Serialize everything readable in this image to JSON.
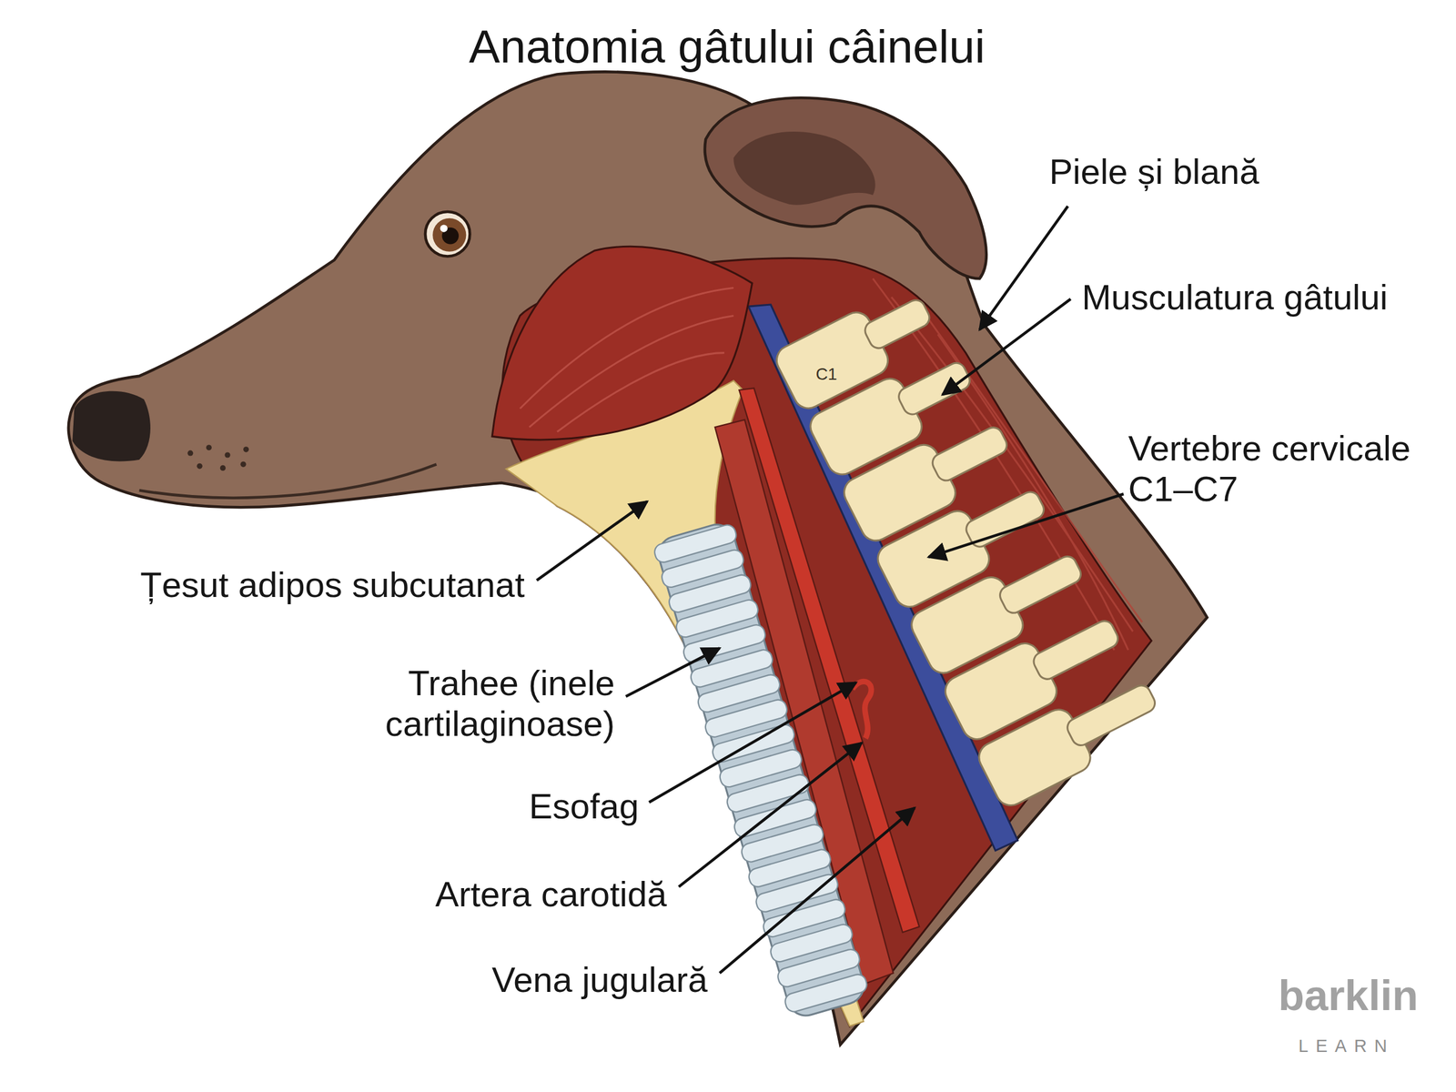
{
  "diagram": {
    "title": "Anatomia gâtului câinelui",
    "labels": [
      "Piele și blană",
      "Musculatura gâtului",
      "C1",
      "Vertebre cervicale C1–C7",
      "Țesut adipos subcutanat",
      "Trahee (inele cartilaginoase)",
      "Esofag",
      "Artera carotidă",
      "Vena jugulară",
      "barklin",
      "LEARN"
    ]
  }
}
